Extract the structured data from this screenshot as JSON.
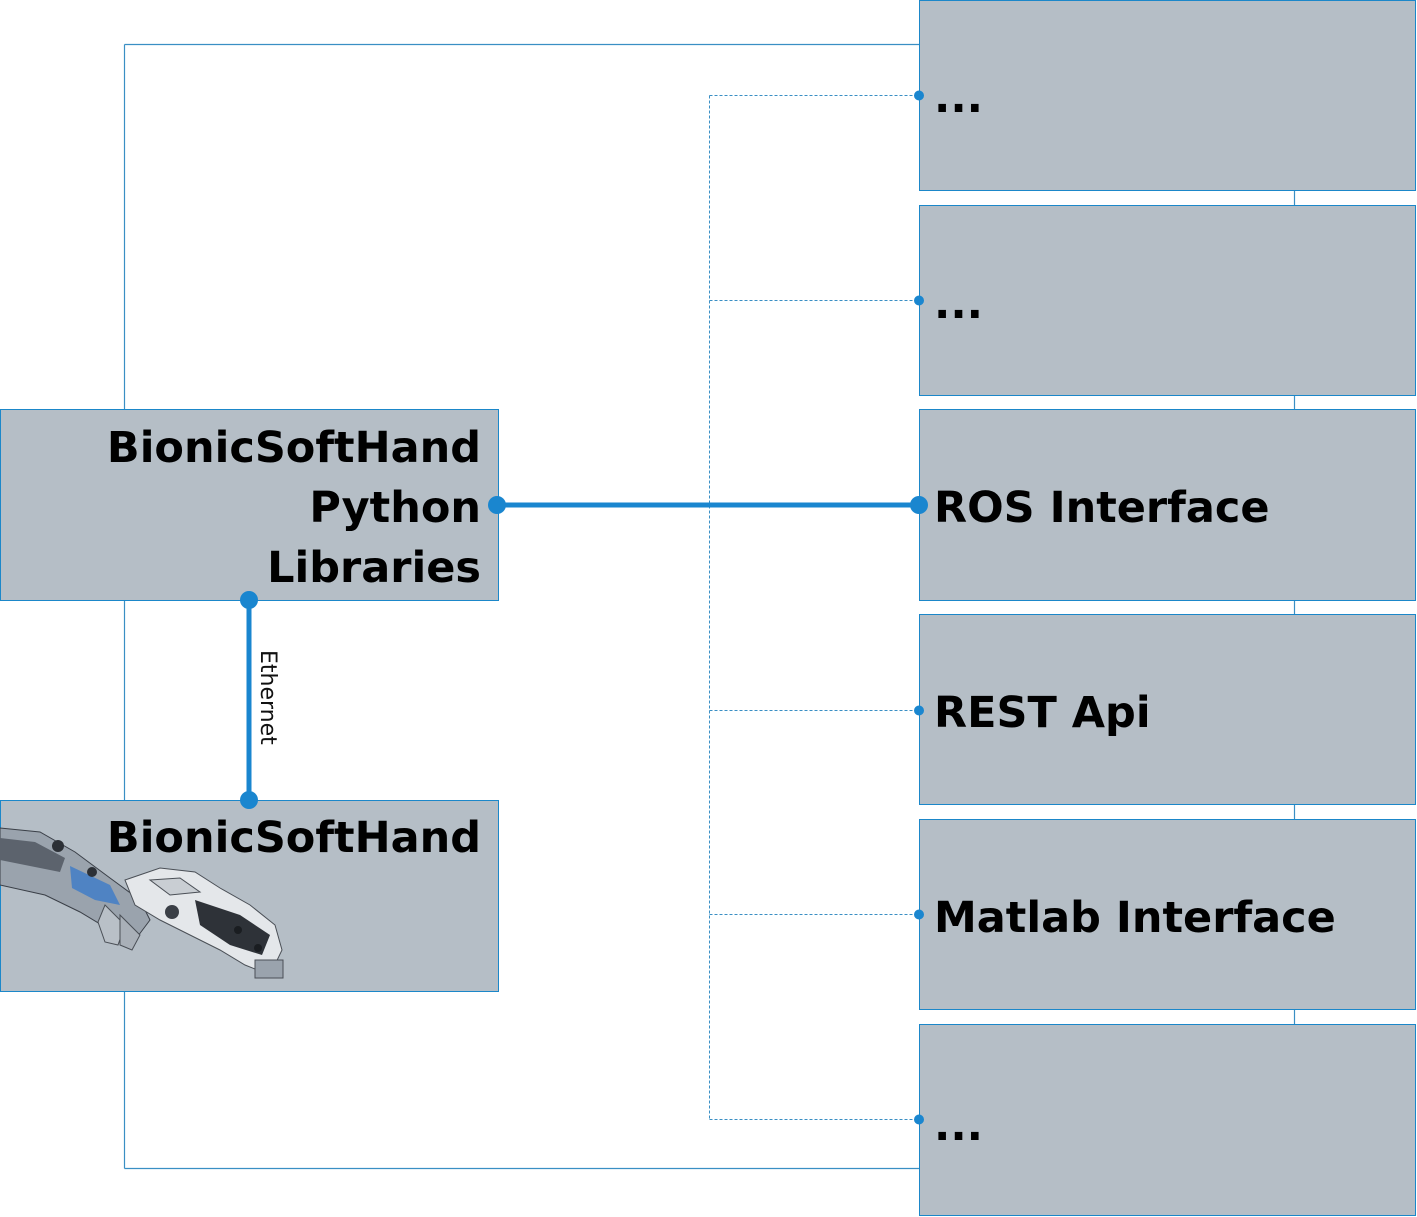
{
  "colors": {
    "box_fill": "#b5bec6",
    "box_stroke": "#1b87c9",
    "accent": "#1a86cf",
    "thin_line": "#3a8fc4",
    "text": "#000000"
  },
  "nodes": {
    "python_libraries": {
      "lines": [
        "BionicSoftHand",
        "Python",
        "Libraries"
      ]
    },
    "hand": {
      "label": "BionicSoftHand",
      "image": "robotic-hands-image"
    },
    "interfaces": [
      {
        "label": "..."
      },
      {
        "label": "..."
      },
      {
        "label": "ROS Interface"
      },
      {
        "label": "REST Api"
      },
      {
        "label": "Matlab Interface"
      },
      {
        "label": "..."
      }
    ]
  },
  "edges": {
    "ethernet": {
      "label": "Ethernet"
    }
  }
}
